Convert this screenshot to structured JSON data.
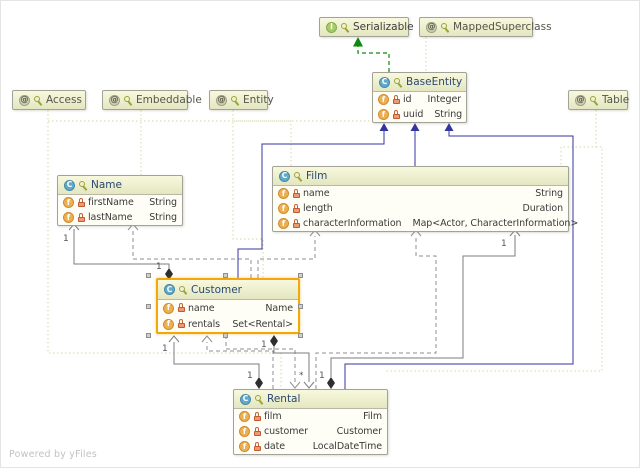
{
  "watermark": "Powered by yFiles",
  "icons": {
    "class_letter": "C",
    "interface_letter": "I",
    "annotation_at": "@",
    "field_letter": "f",
    "key_icon": "key-icon",
    "lock_icon": "lock-icon"
  },
  "colors": {
    "selection_orange": "#f2a70a",
    "inheritance_blue": "#3535a0",
    "realization_green": "#0e8a0e",
    "association_gray": "#808080",
    "annotation_dotted": "#d6d6a4",
    "node_fill": "#fffef6",
    "header_fill": "#eef0cd"
  },
  "nodes": {
    "serializable": {
      "kind": "interface",
      "name": "Serializable"
    },
    "mapped_superclass": {
      "kind": "annotation",
      "name": "MappedSuperclass"
    },
    "access": {
      "kind": "annotation",
      "name": "Access"
    },
    "embeddable": {
      "kind": "annotation",
      "name": "Embeddable"
    },
    "entity": {
      "kind": "annotation",
      "name": "Entity"
    },
    "table": {
      "kind": "annotation",
      "name": "Table"
    },
    "base_entity": {
      "kind": "class",
      "name": "BaseEntity",
      "fields": [
        {
          "name": "id",
          "type": "Integer"
        },
        {
          "name": "uuid",
          "type": "String"
        }
      ]
    },
    "name": {
      "kind": "class",
      "name": "Name",
      "fields": [
        {
          "name": "firstName",
          "type": "String"
        },
        {
          "name": "lastName",
          "type": "String"
        }
      ]
    },
    "film": {
      "kind": "class",
      "name": "Film",
      "fields": [
        {
          "name": "name",
          "type": "String"
        },
        {
          "name": "length",
          "type": "Duration"
        },
        {
          "name": "characterInformation",
          "type": "Map<Actor, CharacterInformation>"
        }
      ]
    },
    "customer": {
      "kind": "class",
      "name": "Customer",
      "selected": true,
      "fields": [
        {
          "name": "name",
          "type": "Name"
        },
        {
          "name": "rentals",
          "type": "Set<Rental>"
        }
      ]
    },
    "rental": {
      "kind": "class",
      "name": "Rental",
      "fields": [
        {
          "name": "film",
          "type": "Film"
        },
        {
          "name": "customer",
          "type": "Customer"
        },
        {
          "name": "date",
          "type": "LocalDateTime"
        }
      ]
    }
  },
  "edge_labels": [
    {
      "text": "1"
    },
    {
      "text": "1"
    },
    {
      "text": "1"
    },
    {
      "text": "1"
    },
    {
      "text": "1"
    },
    {
      "text": "*"
    },
    {
      "text": "1"
    },
    {
      "text": "1"
    }
  ]
}
